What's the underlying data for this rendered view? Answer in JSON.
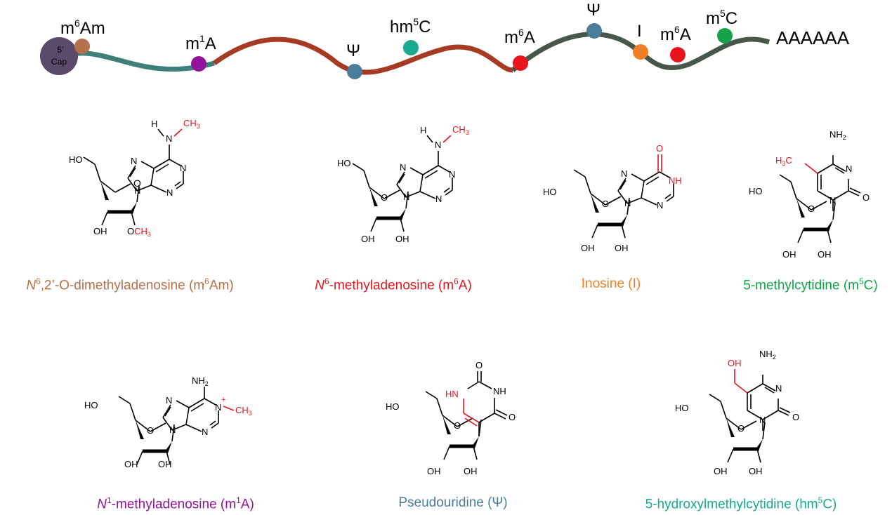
{
  "colors": {
    "cap": "#5b4a6b",
    "teal_strand": "#3e7f7a",
    "red_strand": "#a63a22",
    "dark_strand": "#47574a",
    "m6Am": "#b5714a",
    "m1A": "#95139a",
    "psi": "#4a7d99",
    "hm5C": "#19a890",
    "m6A": "#e8141b",
    "inosine": "#f07e24",
    "m5C": "#14a34a",
    "highlight": "#e8141b"
  },
  "strand": {
    "cap_line1": "5’",
    "cap_line2": "Cap",
    "polyA": "AAAAAA",
    "sites": [
      {
        "id": "m6Am",
        "base": "m",
        "sup": "6",
        "rest": "Am",
        "color_key": "m6Am"
      },
      {
        "id": "m1A",
        "base": "m",
        "sup": "1",
        "rest": "A",
        "color_key": "m1A"
      },
      {
        "id": "psi1",
        "base": "Ψ",
        "sup": "",
        "rest": "",
        "color_key": "psi"
      },
      {
        "id": "hm5C",
        "base": "hm",
        "sup": "5",
        "rest": "C",
        "color_key": "hm5C"
      },
      {
        "id": "m6A1",
        "base": "m",
        "sup": "6",
        "rest": "A",
        "color_key": "m6A"
      },
      {
        "id": "psi2",
        "base": "Ψ",
        "sup": "",
        "rest": "",
        "color_key": "psi"
      },
      {
        "id": "I",
        "base": "I",
        "sup": "",
        "rest": "",
        "color_key": "inosine"
      },
      {
        "id": "m6A2",
        "base": "m",
        "sup": "6",
        "rest": "A",
        "color_key": "m6A"
      },
      {
        "id": "m5C",
        "base": "m",
        "sup": "5",
        "rest": "C",
        "color_key": "m5C"
      }
    ]
  },
  "atoms": {
    "HO": "HO",
    "OH": "OH",
    "O": "O",
    "N": "N",
    "H": "H",
    "NH2": "NH",
    "sub2": "2",
    "CH3": "CH",
    "sub3": "3",
    "OCH3": "OCH",
    "H3C": "H",
    "C": "C",
    "NH": "NH",
    "HN": "HN",
    "plus": "+"
  },
  "captions": {
    "m6Am": {
      "pre_i": "N",
      "sup1": "6",
      "text": ",2’-O-dimethyladenosine (m",
      "sup2": "6",
      "post": "Am)"
    },
    "m6A": {
      "pre_i": "N",
      "sup1": "6",
      "text": "-methyladenosine (m",
      "sup2": "6",
      "post": "A)"
    },
    "inosine": {
      "text": "Inosine (I)"
    },
    "m5C": {
      "text": "5-methylcytidine (m",
      "sup": "5",
      "post": "C)"
    },
    "m1A": {
      "pre_i": "N",
      "sup1": "1",
      "text": "-methyladenosine (m",
      "sup2": "1",
      "post": "A)"
    },
    "psi": {
      "text": "Pseudouridine (Ψ)"
    },
    "hm5C": {
      "text": "5-hydroxylmethylcytidine (hm",
      "sup": "5",
      "post": "C)"
    }
  }
}
